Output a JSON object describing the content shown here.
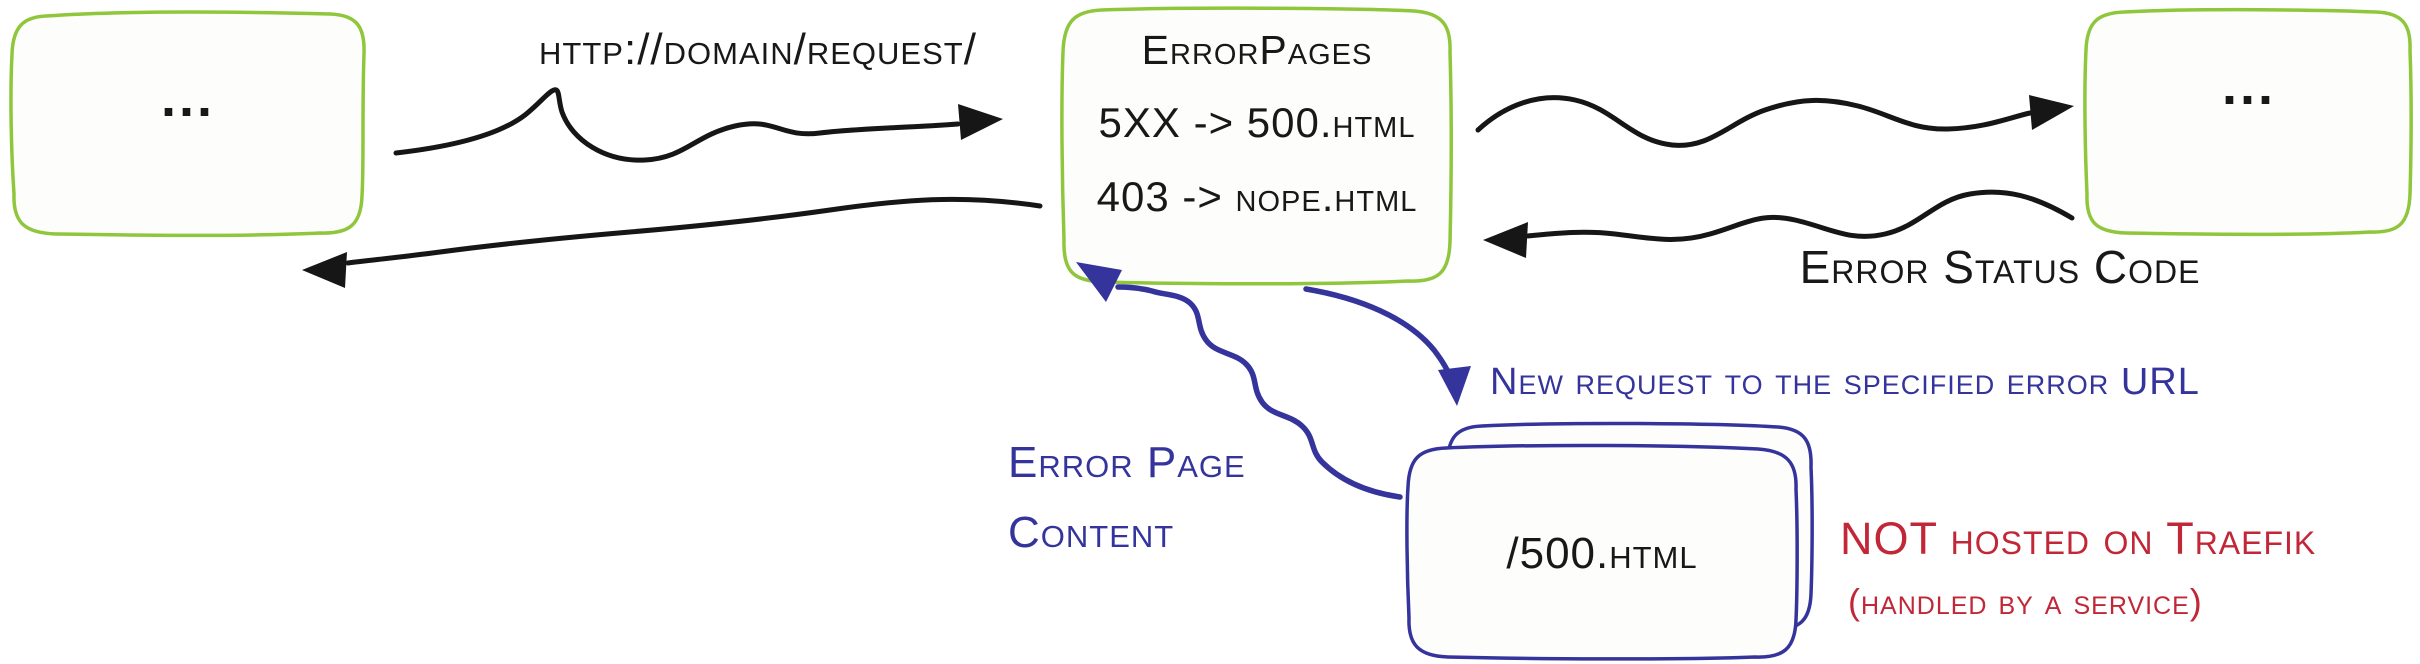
{
  "diagram": {
    "client_box": {
      "label": "..."
    },
    "middle_box": {
      "title": "ErrorPages",
      "rules": [
        "5XX -> 500.html",
        "403 -> nope.html"
      ]
    },
    "backend_box": {
      "label": "..."
    },
    "error_page_box": {
      "label": "/500.html"
    },
    "labels": {
      "request_url": "http://domain/request/",
      "error_status": "Error Status Code",
      "new_request": "New request to the specified error URL",
      "error_page_content_line1": "Error Page",
      "error_page_content_line2": "Content",
      "not_hosted": "NOT hosted on Traefik",
      "handled_by": "(handled by a service)"
    },
    "colors": {
      "box_stroke_green": "#8fc63c",
      "arrow_black": "#161616",
      "accent_blue": "#34349c",
      "accent_red": "#c12736",
      "box_fill": "#fdfdfb"
    }
  }
}
